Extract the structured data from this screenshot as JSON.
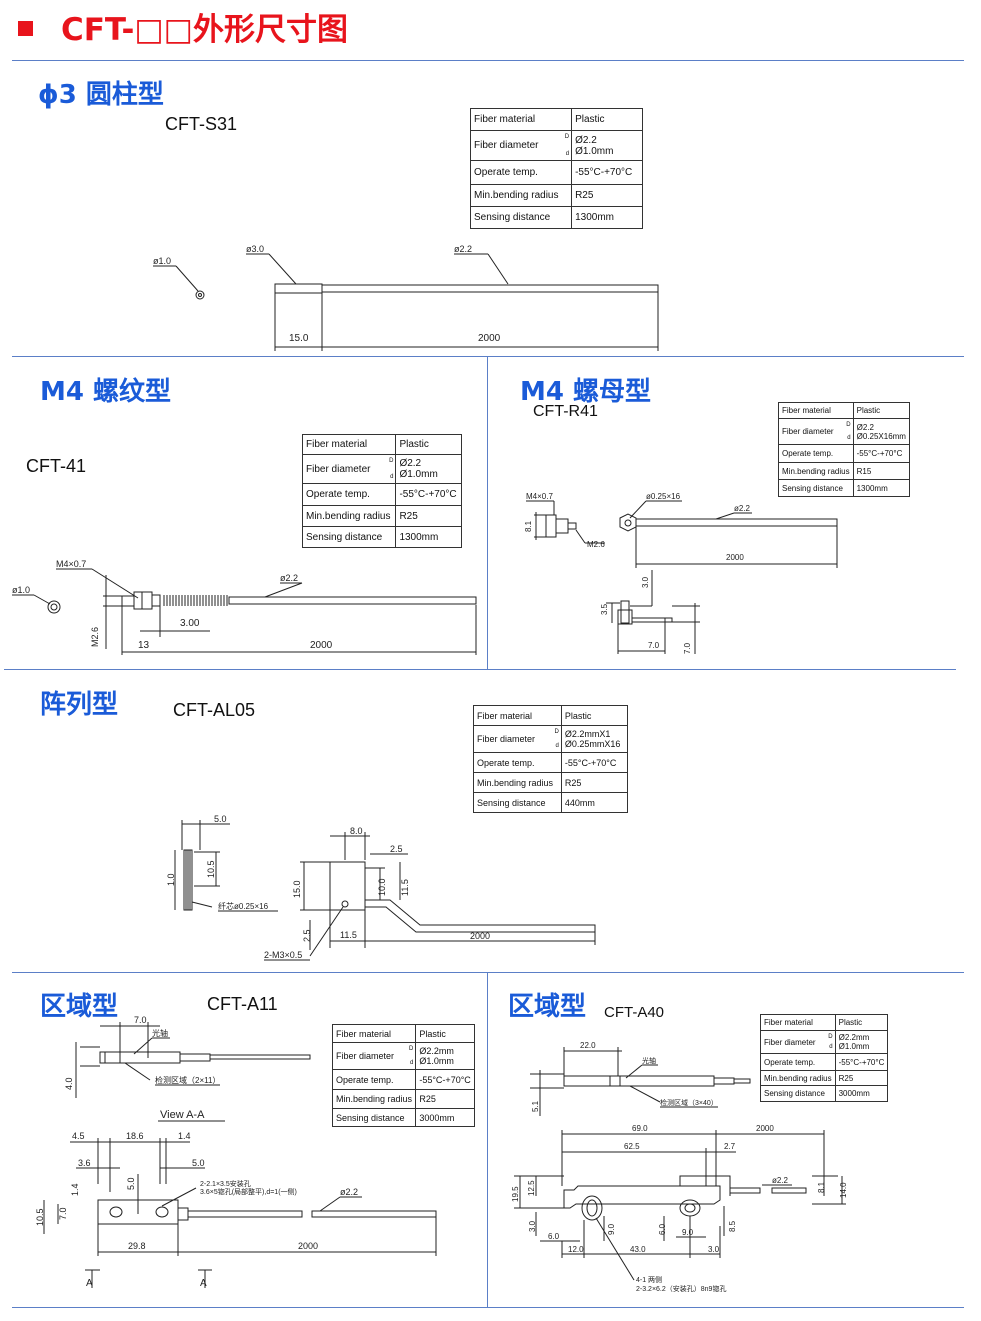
{
  "page": {
    "title": "CFT-□□外形尺寸图"
  },
  "colors": {
    "title": "#e8141c",
    "section": "#1a5bd8",
    "rule": "#5b7fc7"
  },
  "spec_labels": {
    "fiber_material": "Fiber material",
    "fiber_diameter": "Fiber diameter",
    "operate_temp": "Operate temp.",
    "min_bending_radius": "Min.bending radius",
    "sensing_distance": "Sensing distance",
    "D": "D",
    "d": "d"
  },
  "sections": {
    "s31": {
      "title": "ϕ3 圆柱型",
      "model": "CFT-S31",
      "spec": {
        "material": "Plastic",
        "dia_D": "Ø2.2",
        "dia_d": "Ø1.0mm",
        "temp": "-55°C-+70°C",
        "radius": "R25",
        "distance": "1300mm"
      },
      "dims": {
        "tip": "ø1.0",
        "head": "ø3.0",
        "fiber": "ø2.2",
        "len_head": "15.0",
        "len_fiber": "2000"
      }
    },
    "m4": {
      "title": "M4 螺纹型",
      "model": "CFT-41",
      "spec": {
        "material": "Plastic",
        "dia_D": "Ø2.2",
        "dia_d": "Ø1.0mm",
        "temp": "-55°C-+70°C",
        "radius": "R25",
        "distance": "1300mm"
      },
      "dims": {
        "tip": "ø1.0",
        "thread": "M4×0.7",
        "fiber": "ø2.2",
        "nut": "3.00",
        "m26": "M2.6",
        "len_a": "13",
        "len_fiber": "2000"
      }
    },
    "r41": {
      "title": "M4 螺母型",
      "model": "CFT-R41",
      "spec": {
        "material": "Plastic",
        "dia_D": "Ø2.2",
        "dia_d": "Ø0.25X16mm",
        "temp": "-55°C-+70°C",
        "radius": "R15",
        "distance": "1300mm"
      },
      "dims": {
        "thread": "M4×0.7",
        "h": "8.1",
        "m26": "M2.6",
        "core": "ø0.25×16",
        "fiber": "ø2.2",
        "len_fiber": "2000",
        "v30": "3.0",
        "v35": "3.5",
        "w70": "7.0",
        "h70": "7.0"
      }
    },
    "al05": {
      "title": "阵列型",
      "model": "CFT-AL05",
      "spec": {
        "material": "Plastic",
        "dia_D": "Ø2.2mmX1",
        "dia_d": "Ø0.25mmX16",
        "temp": "-55°C-+70°C",
        "radius": "R25",
        "distance": "440mm"
      },
      "dims": {
        "w50": "5.0",
        "h10": "1.0",
        "h105": "10.5",
        "core": "纤芯ø0.25×16",
        "w80": "8.0",
        "w25": "2.5",
        "h150": "15.0",
        "h100": "10.0",
        "h115": "11.5",
        "v25": "2.5",
        "w115": "11.5",
        "len_fiber": "2000",
        "m3": "2-M3×0.5"
      }
    },
    "a11": {
      "title": "区域型",
      "model": "CFT-A11",
      "spec": {
        "material": "Plastic",
        "dia_D": "Ø2.2mm",
        "dia_d": "Ø1.0mm",
        "temp": "-55°C-+70°C",
        "radius": "R25",
        "distance": "3000mm"
      },
      "dims": {
        "w70": "7.0",
        "axis": "光轴",
        "h40": "4.0",
        "area": "检测区域（2×11）",
        "view": "View A-A",
        "w45": "4.5",
        "w186": "18.6",
        "w14": "1.4",
        "w36": "3.6",
        "w50": "5.0",
        "h14": "1.4",
        "h50": "5.0",
        "note1": "2-2.1×3.5安装孔",
        "note2": "3.6×5锪孔(局部整平),d=1(一侧)",
        "fiber": "ø2.2",
        "h105": "10.5",
        "h70": "7.0",
        "w298": "29.8",
        "len_fiber": "2000",
        "a": "A"
      }
    },
    "a40": {
      "title": "区域型",
      "model": "CFT-A40",
      "spec": {
        "material": "Plastic",
        "dia_D": "Ø2.2mm",
        "dia_d": "Ø1.0mm",
        "temp": "-55°C-+70°C",
        "radius": "R25",
        "distance": "3000mm"
      },
      "dims": {
        "w220": "22.0",
        "axis": "光轴",
        "h51": "5.1",
        "area": "检测区域（3×40）",
        "w690": "69.0",
        "w625": "62.5",
        "w27": "2.7",
        "len_fiber": "2000",
        "fiber": "ø2.2",
        "h81": "8.1",
        "h140": "14.0",
        "h195": "19.5",
        "h125": "12.5",
        "h30": "3.0",
        "w60": "6.0",
        "h90": "9.0",
        "h60": "6.0",
        "w90": "9.0",
        "h85": "8.5",
        "w120": "12.0",
        "w430": "43.0",
        "w30": "3.0",
        "note1": "4-1 两侧",
        "note2": "2-3.2×6.2（安装孔）8n9锪孔"
      }
    }
  }
}
